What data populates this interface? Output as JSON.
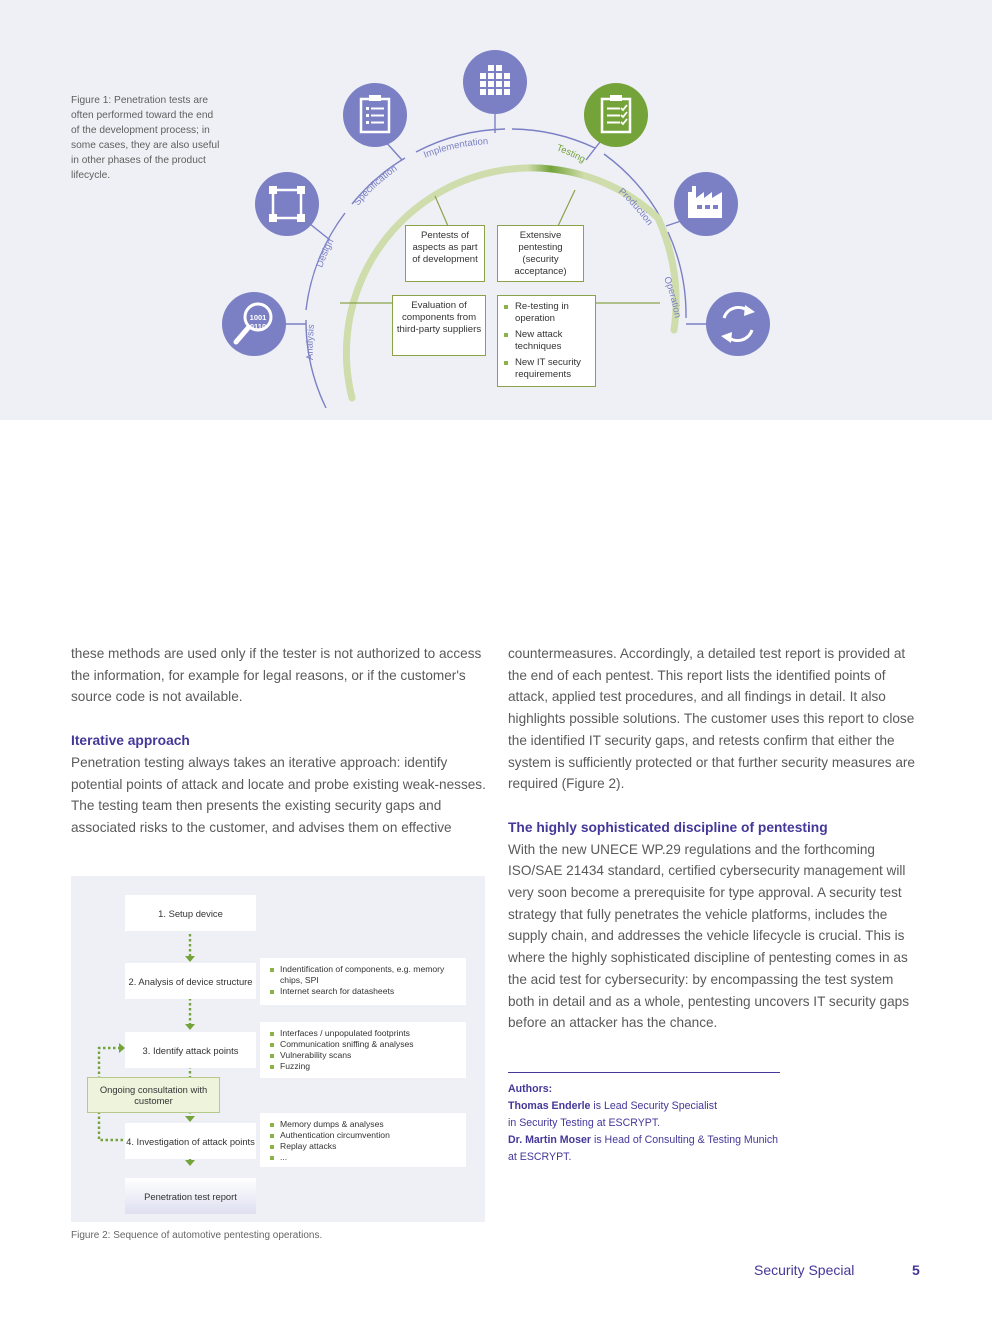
{
  "figure1": {
    "caption": "Figure 1: Penetration tests are often performed toward the end of the development process; in some cases, they are also useful in other phases of the product lifecycle.",
    "phases": [
      "Analysis",
      "Design",
      "Specification",
      "Implementation",
      "Testing",
      "Production",
      "Operation"
    ],
    "icons": [
      "magnifier-binary-icon",
      "design-grid-icon",
      "clipboard-list-icon",
      "building-blocks-icon",
      "clipboard-check-icon",
      "factory-icon",
      "cycle-arrows-icon"
    ],
    "icon_binary_text": [
      "1001",
      "0110"
    ],
    "boxes": {
      "dev": "Pentests of aspects as part of development",
      "accept": "Extensive pentesting (security acceptance)",
      "third": "Evaluation of components from third-party suppliers",
      "ops": [
        "Re-testing in operation",
        "New attack techniques",
        "New IT security requirements"
      ]
    },
    "colors": {
      "accent": "#7b7fc4",
      "green": "#74a33a",
      "light_green": "#cfdcab",
      "purple_text": "#44379a"
    }
  },
  "body": {
    "left_para1": "these methods are used only if the tester is not authorized to access the information, for example for legal reasons, or if the customer's source code is not available.",
    "heading1": "Iterative approach",
    "left_para2": "Penetration testing always takes an iterative approach: identify potential points of attack and locate and probe existing weak-nesses. The testing team then presents the existing security gaps and associated risks to the customer, and advises them on effective",
    "right_para1": "countermeasures. Accordingly, a detailed test report is provided at the end of each pentest. This report lists the identified points of attack, applied test procedures, and all findings in detail. It also highlights possible solutions. The customer uses this report to close the identified IT security gaps, and retests confirm that either the system is sufficiently protected or that further security measures are required (Figure 2).",
    "heading2": "The highly sophisticated discipline of pentesting",
    "right_para2": "With the new UNECE WP.29 regulations and the forthcoming ISO/SAE 21434 standard, certified cybersecurity management will very soon become a prerequisite for type approval. A security test strategy that fully penetrates the vehicle platforms, includes the supply chain, and addresses the vehicle lifecycle is crucial. This is where the highly sophisticated discipline of pentesting comes in as the acid test for cybersecurity: by encompassing the test system both in detail and as a whole, pentesting uncovers IT security gaps before an attacker has the chance."
  },
  "figure2": {
    "steps": [
      "1. Setup device",
      "2. Analysis of device structure",
      "3. Identify attack points",
      "4. Investigation of attack points"
    ],
    "consult": "Ongoing consultation with customer",
    "report": "Penetration test report",
    "notes2": [
      "Indentification of components, e.g. memory chips, SPI",
      "Internet search for datasheets"
    ],
    "notes3": [
      "Interfaces / unpopulated footprints",
      "Communication sniffing & analyses",
      "Vulnerability scans",
      "Fuzzing"
    ],
    "notes4": [
      "Memory dumps & analyses",
      "Authentication circumvention",
      "Replay attacks",
      "..."
    ],
    "caption": "Figure 2: Sequence of automotive pentesting operations."
  },
  "authors": {
    "label": "Authors:",
    "a1_name": "Thomas Enderle",
    "a1_role_1": " is Lead Security Specialist",
    "a1_role_2": "in Security Testing at ESCRYPT.",
    "a2_name": "Dr. Martin Moser",
    "a2_role_1": " is Head of Consulting & Testing Munich",
    "a2_role_2": "at ESCRYPT."
  },
  "footer": {
    "title": "Security Special",
    "page": "5"
  }
}
